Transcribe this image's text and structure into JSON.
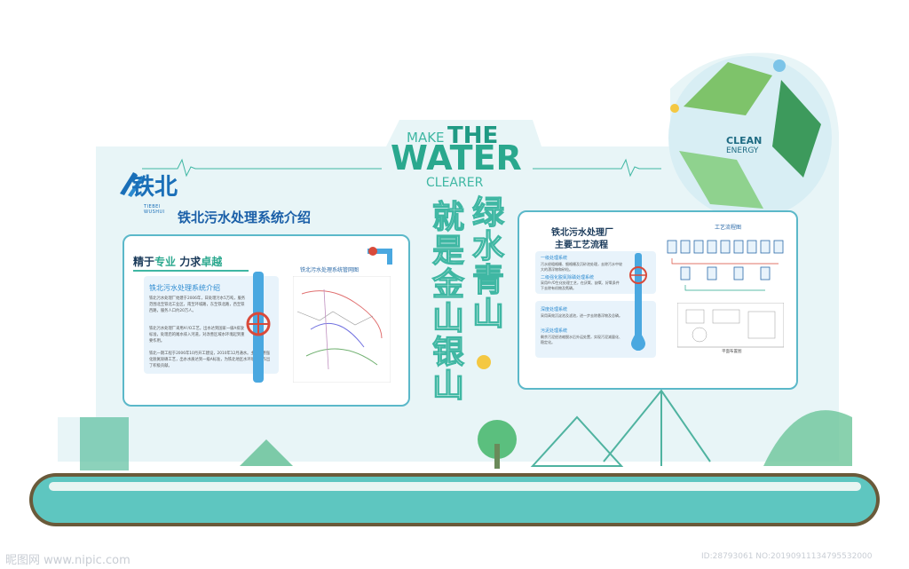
{
  "brand": {
    "logo_text": "铁北",
    "logo_sub": "TIEBEI WUSHUI",
    "main_title": "铁北污水处理系统介绍"
  },
  "slogan": {
    "make": "MAKE",
    "the": "THE",
    "water": "WATER",
    "clearer": "CLEARER"
  },
  "clean_energy": {
    "line1": "CLEAN",
    "line2": "ENERGY"
  },
  "vertical_text": {
    "column1": "绿水青山",
    "column2": "就是金山银山"
  },
  "left_panel": {
    "heading_prefix": "精于",
    "heading_highlight1": "专业",
    "heading_mid": " 力求",
    "heading_highlight2": "卓越",
    "box_title": "铁北污水处理系统介绍",
    "paragraph1": "铁北污水处理厂始建于2006年，日处理污水5万吨，服务范围北至铁北工业区，南至环城路，东至铁北路，西至铁西路，服务人口约20万人。",
    "paragraph2": "铁北污水处理厂采用A²/O工艺，出水达到国家一级A排放标准，处理后的尾水排入河道，对改善区域水环境起到重要作用。",
    "paragraph3": "铁北一期工程于2006年10月开工建设，2010年12月通水。主要采用强化脱氮除磷工艺，出水水质达到一级A标准，为铁北地区水环境保护作出了积极贡献。",
    "map_title": "铁北污水处理系统管网图"
  },
  "right_panel": {
    "title_line1": "铁北污水处理厂",
    "title_line2": "主要工艺流程",
    "section1_title": "一级处理系统",
    "section1_text": "污水经粗格栅、细格栅及沉砂池处理，去除污水中较大的漂浮物和砂粒。",
    "section2_title": "二级强化脱氮除磷处理系统",
    "section2_text": "采用A²/O生化处理工艺，在厌氧、缺氧、好氧条件下去除有机物及氮磷。",
    "section3_title": "深度处理系统",
    "section3_text": "采用高效沉淀池及滤池，进一步去除悬浮物及总磷。",
    "section4_title": "污泥处理系统",
    "section4_text": "剩余污泥经浓缩脱水后外运处置，实现污泥减量化、稳定化。",
    "flow_title": "工艺流程图",
    "plan_title": "平面布置图"
  },
  "watermark": {
    "left": "昵图网 www.nipic.com",
    "right": "ID:28793061 NO:20190911134795532000"
  },
  "colors": {
    "teal": "#3fb7a3",
    "blue": "#1a6fb8",
    "base": "#5ec6c0",
    "board": "#e6f4f6"
  }
}
